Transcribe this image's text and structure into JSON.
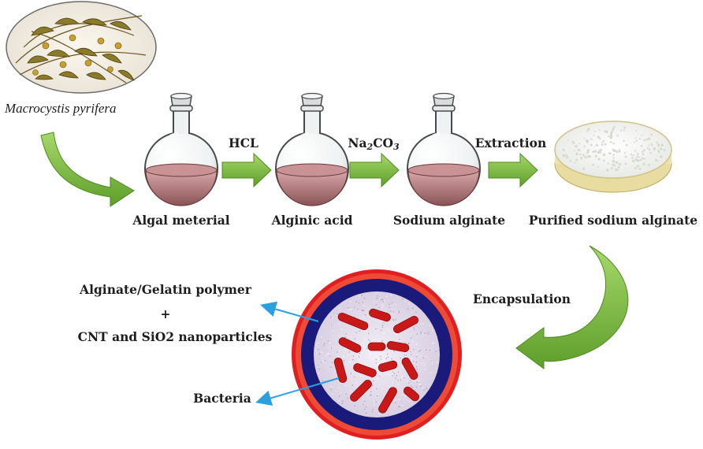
{
  "species_label": "Macrocystis pyrifera",
  "steps": [
    {
      "label": "Algal meterial"
    },
    {
      "label": "Alginic acid"
    },
    {
      "label": "Sodium alginate"
    },
    {
      "label": "Purified sodium alginate"
    }
  ],
  "reagents": {
    "hcl": "HCL",
    "na_prefix": "Na",
    "na_sub": "2",
    "co_prefix": "CO",
    "co_sub": "3",
    "extraction": "Extraction"
  },
  "encapsulation": "Encapsulation",
  "capsule_labels": {
    "polymer": "Alginate/Gelatin polymer",
    "plus": "+",
    "nanoparticles": "CNT and SiO2 nanoparticles",
    "bacteria": "Bacteria"
  },
  "colors": {
    "arrow_green": "#7dbd3a",
    "flask_liquid": "#b07a7c",
    "capsule_outer": "#e02020",
    "capsule_ring": "#1a1a7a",
    "bacteria": "#c81818",
    "pointer_blue": "#2aa0e0"
  }
}
